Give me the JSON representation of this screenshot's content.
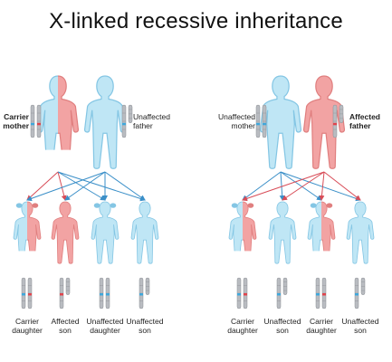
{
  "title": "X-linked recessive inheritance",
  "colors": {
    "unaffected_fill": "#bfe6f5",
    "unaffected_stroke": "#84c6e4",
    "affected_fill": "#f2a3a3",
    "affected_stroke": "#e07f7f",
    "x_chromosome": "#b9bcc1",
    "y_chromosome": "#b9bcc1",
    "normal_band": "#3fa7db",
    "mutant_band": "#e0444c",
    "arrow_blue": "#3a8fc8",
    "arrow_red": "#d84c57"
  },
  "panels": [
    {
      "id": "left",
      "parents": [
        {
          "label_line1": "Carrier",
          "label_line2": "mother",
          "bold": true,
          "status": "carrier",
          "sex": "female"
        },
        {
          "label_line1": "Unaffected",
          "label_line2": "father",
          "bold": false,
          "status": "unaffected",
          "sex": "male"
        }
      ],
      "children": [
        {
          "label_line1": "Carrier",
          "label_line2": "daughter",
          "status": "carrier",
          "sex": "female"
        },
        {
          "label_line1": "Affected",
          "label_line2": "son",
          "status": "affected",
          "sex": "male"
        },
        {
          "label_line1": "Unaffected",
          "label_line2": "daughter",
          "status": "unaffected",
          "sex": "female"
        },
        {
          "label_line1": "Unaffected",
          "label_line2": "son",
          "status": "unaffected",
          "sex": "male"
        }
      ]
    },
    {
      "id": "right",
      "parents": [
        {
          "label_line1": "Unaffected",
          "label_line2": "mother",
          "bold": false,
          "status": "unaffected",
          "sex": "female"
        },
        {
          "label_line1": "Affected",
          "label_line2": "father",
          "bold": true,
          "status": "affected",
          "sex": "male"
        }
      ],
      "children": [
        {
          "label_line1": "Carrier",
          "label_line2": "daughter",
          "status": "carrier",
          "sex": "female"
        },
        {
          "label_line1": "Unaffected",
          "label_line2": "son",
          "status": "unaffected",
          "sex": "male"
        },
        {
          "label_line1": "Carrier",
          "label_line2": "daughter",
          "status": "carrier",
          "sex": "female"
        },
        {
          "label_line1": "Unaffected",
          "label_line2": "son",
          "status": "unaffected",
          "sex": "male"
        }
      ]
    }
  ]
}
